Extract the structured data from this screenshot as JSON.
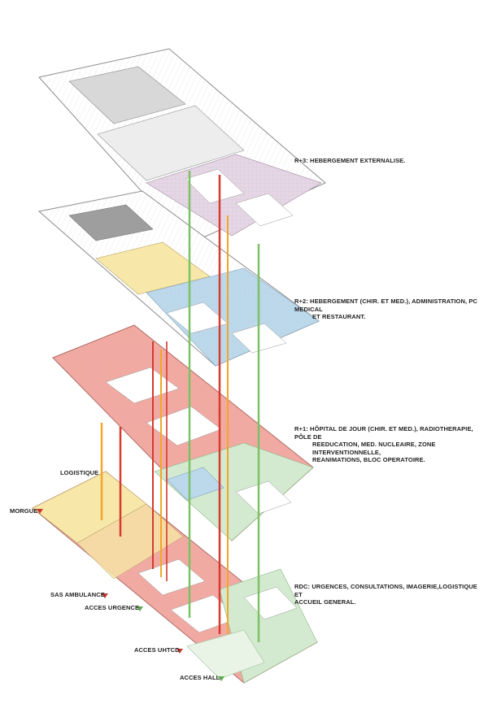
{
  "floors": {
    "r3": "R+3: HEBERGEMENT EXTERNALISE.",
    "r2_line1": "R+2: HEBERGEMENT (CHIR. ET MED.), ADMINISTRATION, PC MEDICAL",
    "r2_line2": "ET RESTAURANT.",
    "r1_line1": "R+1: HÔPITAL DE JOUR (CHIR. ET MED.), RADIOTHERAPIE, PÔLE DE",
    "r1_line2": "REEDUCATION, MED. NUCLEAIRE, ZONE INTERVENTIONNELLE,",
    "r1_line3": "REANIMATIONS, BLOC OPERATOIRE.",
    "rdc_line1": "RDC: URGENCES, CONSULTATIONS, IMAGERIE,LOGISTIQUE ET",
    "rdc_line2": "ACCUEIL GENERAL."
  },
  "accesses": {
    "logistique": "LOGISTIQUE",
    "morgue": "MORGUE",
    "sas_ambulance": "SAS AMBULANCE",
    "acces_urgence": "ACCES URGENCE",
    "acces_uhtcd": "ACCES UHTCD",
    "acces_hall": "ACCES HALL"
  },
  "colors": {
    "circulation_red": "#d63a2e",
    "circulation_orange": "#f2a62a",
    "circulation_green": "#7cc264",
    "zone_pink": "#f2a9a2",
    "zone_yellow": "#f7e7a8",
    "zone_blue": "#bcd9ec",
    "zone_green": "#d3ead0",
    "zone_purple": "#e3cde3",
    "marker_red": "#c8372d",
    "marker_green": "#5bab4f"
  }
}
